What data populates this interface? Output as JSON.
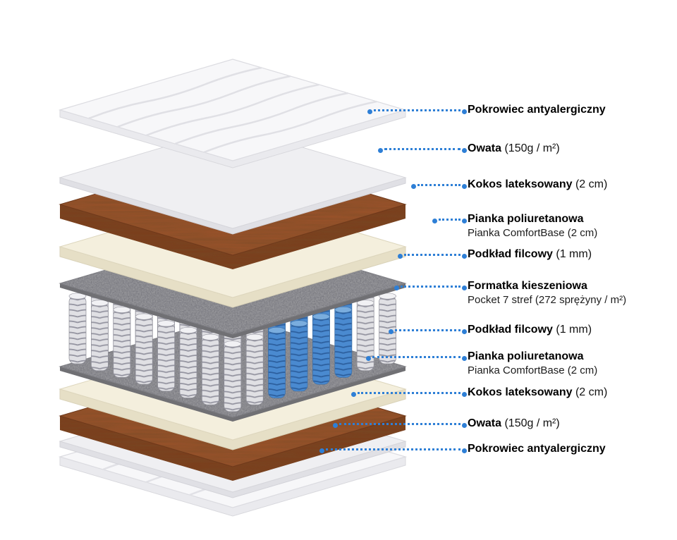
{
  "colors": {
    "accent": "#2e7fd6",
    "text": "#111111",
    "cover": "#f7f7f9",
    "cover_side": "#eaeaee",
    "owata": "#efeff2",
    "owata_side": "#e0e0e5",
    "kokos": "#99522a",
    "kokos_side": "#7b3e1c",
    "foam": "#f4efdd",
    "foam_side": "#e6dfc6",
    "felt": "#98989c",
    "felt_side": "#707074",
    "spring": "#e0e0e4",
    "spring_stripe": "#9494a0",
    "spring_blue": "#4a8ad0",
    "spring_blue_stripe": "#2c5f9e"
  },
  "diagram": {
    "labels": [
      {
        "name": "Pokrowiec antyalergiczny",
        "detail": ""
      },
      {
        "name": "Owata",
        "detail": "(150g / m²)"
      },
      {
        "name": "Kokos lateksowany",
        "detail": "(2 cm)"
      },
      {
        "name": "Pianka poliuretanowa",
        "detail": "",
        "sub": "Pianka ComfortBase (2 cm)"
      },
      {
        "name": "Podkład filcowy",
        "detail": "(1 mm)"
      },
      {
        "name": "Formatka kieszeniowa",
        "detail": "",
        "sub": "Pocket 7 stref (272 sprężyny / m²)"
      },
      {
        "name": "Podkład filcowy",
        "detail": "(1 mm)"
      },
      {
        "name": "Pianka poliuretanowa",
        "detail": "",
        "sub": "Pianka ComfortBase (2 cm)"
      },
      {
        "name": "Kokos lateksowany",
        "detail": "(2 cm)"
      },
      {
        "name": "Owata",
        "detail": "(150g / m²)"
      },
      {
        "name": "Pokrowiec antyalergiczny",
        "detail": ""
      }
    ]
  }
}
